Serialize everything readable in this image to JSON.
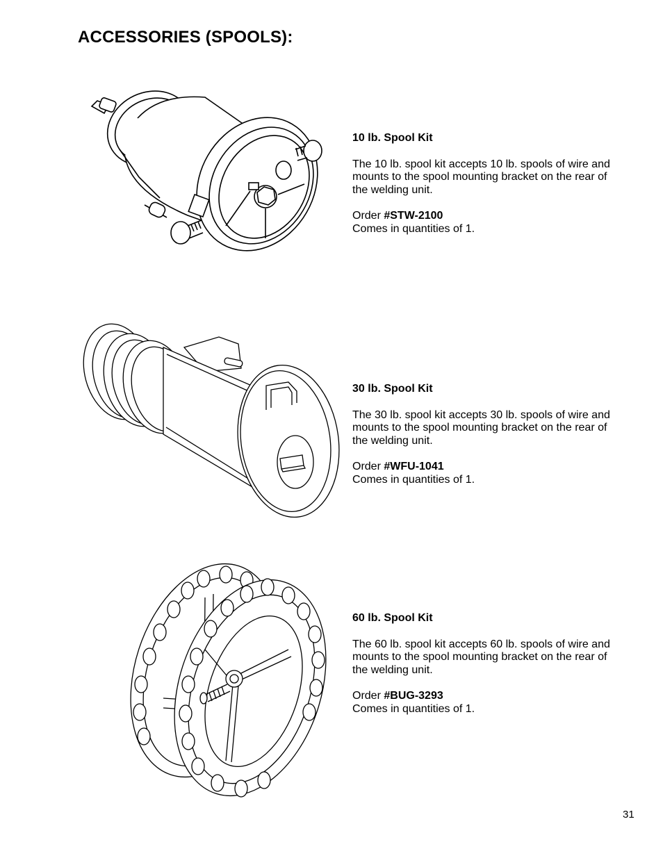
{
  "page": {
    "title": "ACCESSORIES (SPOOLS):",
    "number": "31"
  },
  "kits": [
    {
      "title": "10 lb. Spool Kit",
      "body": "The 10 lb. spool kit accepts 10 lb. spools of wire and mounts to the spool mounting bracket on the rear of the welding unit.",
      "order_label": "Order",
      "order_number": "#STW-2100",
      "quantity": "Comes in quantities of 1."
    },
    {
      "title": "30 lb. Spool Kit",
      "body": "The 30 lb. spool kit accepts 30 lb. spools of wire and mounts to the spool mounting bracket on the rear of the welding unit.",
      "order_label": "Order",
      "order_number": "#WFU-1041",
      "quantity": "Comes in quantities of 1."
    },
    {
      "title": "60 lb. Spool Kit",
      "body": "The 60 lb. spool kit accepts 60 lb. spools of wire and mounts to the spool mounting bracket on the rear of the welding unit.",
      "order_label": "Order",
      "order_number": "#BUG-3293",
      "quantity": "Comes in quantities of 1."
    }
  ]
}
